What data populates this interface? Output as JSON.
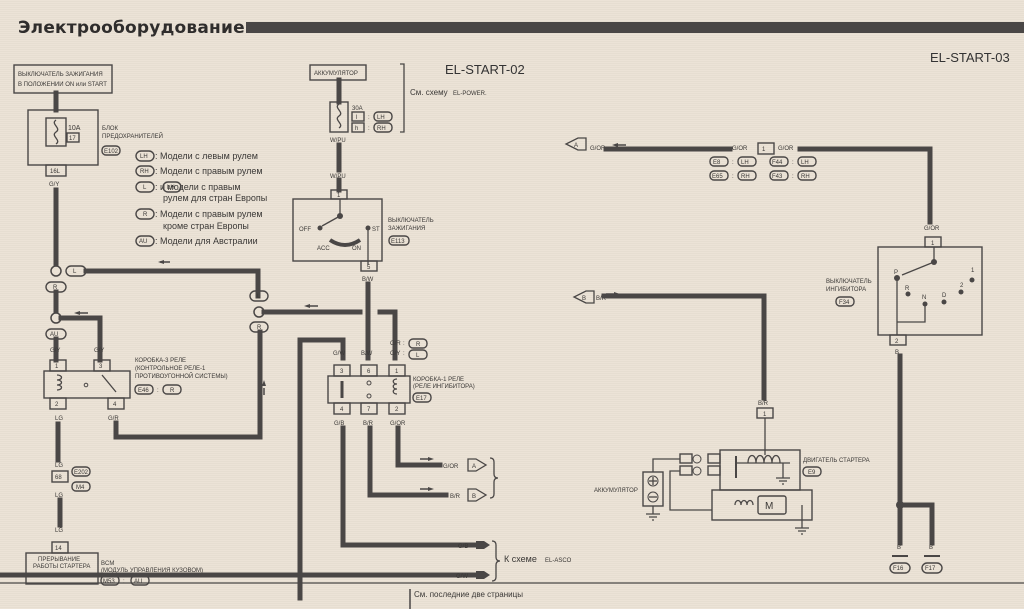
{
  "header": {
    "title": "Электрооборудование"
  },
  "diagram_ids": {
    "center": "EL-START-02",
    "right": "EL-START-03"
  },
  "ignition_source": {
    "label_line1": "ВЫКЛЮЧАТЕЛЬ ЗАЖИГАНИЯ",
    "label_line2": "В ПОЛОЖЕНИИ ON или START"
  },
  "fuse_block": {
    "fuse_rating": "10A",
    "fuse_number": "17",
    "label_line1": "БЛОК",
    "label_line2": "ПРЕДОХРАНИТЕЛЕЙ",
    "connector": "E102",
    "pin": "16L",
    "wire": "G/Y"
  },
  "legend": [
    {
      "code": "LH",
      "text_line1": ": Модели с левым рулем",
      "text_line2": ""
    },
    {
      "code": "RH",
      "text_line1": ": Модели с правым рулем",
      "text_line2": ""
    },
    {
      "code": "L",
      "text_line1": ":       и модели с правым",
      "inline_code": "LH",
      "text_line2": "рулем для стран Европы"
    },
    {
      "code": "R",
      "text_line1": ": Модели с правым рулем",
      "text_line2": "кроме стран Европы"
    },
    {
      "code": "AU",
      "text_line1": ": Модели для Австралии",
      "text_line2": ""
    }
  ],
  "battery_top": {
    "label": "АККУМУЛЯТОР",
    "fuse_rating": "30A",
    "fuse_l": "l",
    "fuse_h": "h",
    "code_lh": "LH",
    "code_rh": "RH",
    "wire": "W/PU",
    "see_text": "См. схему",
    "see_ref": "EL-POWER."
  },
  "ignition_switch": {
    "wire_in": "W/PU",
    "pin_in": "1",
    "pos_off": "OFF",
    "pos_acc": "ACC",
    "pos_on": "ON",
    "pos_st": "ST",
    "label_line1": "ВЫКЛЮЧАТЕЛЬ",
    "label_line2": "ЗАЖИГАНИЯ",
    "connector": "E113",
    "pin_out": "5",
    "wire_out": "B/W"
  },
  "junctions": {
    "left_top_l": "L",
    "left_top_r": "R",
    "mid_l": "L",
    "mid_r": "R",
    "au": "AU"
  },
  "relay_box_3": {
    "wire_1": "G/Y",
    "wire_3": "G/Y",
    "pin_1": "1",
    "pin_2": "2",
    "pin_3": "3",
    "pin_4": "4",
    "wire_2": "LG",
    "wire_4": "G/R",
    "label_line1": "КОРОБКА-3 РЕЛЕ",
    "label_line2": "(КОНТРОЛЬНОЕ РЕЛЕ-1",
    "label_line3": "ПРОТИВОУГОННОЙ СИСТЕМЫ)",
    "connector": "E46",
    "code": "R"
  },
  "relay_box_1": {
    "wire_3": "G/W",
    "wire_6": "B/W",
    "wire_1": "G/R",
    "wire_1b": "G/Y",
    "code_1": "R",
    "code_1b": "L",
    "pin_3": "3",
    "pin_6": "6",
    "pin_1": "1",
    "pin_4": "4",
    "pin_7": "7",
    "pin_2": "2",
    "wire_4": "G/B",
    "wire_7": "B/R",
    "wire_2": "G/OR",
    "label_line1": "КОРОБКА-1 РЕЛЕ",
    "label_line2": "(РЕЛЕ ИНГИБИТОРА)",
    "connector": "E17"
  },
  "connector_lower": {
    "wire_top": "LG",
    "pin": "68",
    "connector_a": "E202",
    "connector_b": "M4",
    "wire_bottom": "LG",
    "wire_bcm": "LG",
    "pin_bcm": "14"
  },
  "bcm": {
    "box_line1": "ПРЕРЫВАНИЕ",
    "box_line2": "РАБОТЫ СТАРТЕРА",
    "label_line1": "BCM",
    "label_line2": "(МОДУЛЬ УПРАВЛЕНИЯ КУЗОВОМ)",
    "connector": "M53",
    "code": "AU"
  },
  "outputs": {
    "a_wire": "G/OR",
    "a_tag": "A",
    "b_wire": "B/R",
    "b_tag": "B",
    "gb_wire": "G/B",
    "gw_wire": "G/W",
    "asco_text": "К схеме",
    "asco_ref": "EL-ASCO"
  },
  "right_section": {
    "a_tag": "A",
    "a_wire": "G/OR",
    "mid_wire_left": "G/OR",
    "mid_pin": "1",
    "mid_wire_right": "G/OR",
    "conn_rows": [
      {
        "c1": "E8",
        "c1code": "LH",
        "c2": "F44",
        "c2code": "LH"
      },
      {
        "c1": "E65",
        "c1code": "RH",
        "c2": "F43",
        "c2code": "RH"
      }
    ],
    "b_tag": "B",
    "b_wire": "B/R"
  },
  "inhibitor_switch": {
    "wire_in": "G/OR",
    "pin_in": "1",
    "pos_p": "P",
    "pos_r": "R",
    "pos_n": "N",
    "pos_d": "D",
    "pos_2": "2",
    "pos_1": "1",
    "label_line1": "ВЫКЛЮЧАТЕЛЬ",
    "label_line2": "ИНГИБИТОРА",
    "connector": "F34",
    "pin_out": "2",
    "wire_out": "B"
  },
  "starter": {
    "wire_in": "B/R",
    "pin_in": "1",
    "battery_label": "АККУМУЛЯТОР",
    "label": "ДВИГАТЕЛЬ СТАРТЕРА",
    "connector": "E9",
    "motor_symbol": "M"
  },
  "grounds": {
    "wire_a": "B",
    "wire_b": "B",
    "conn_a": "F16",
    "conn_b": "F17"
  },
  "footer": {
    "note": "См. последние две страницы"
  }
}
